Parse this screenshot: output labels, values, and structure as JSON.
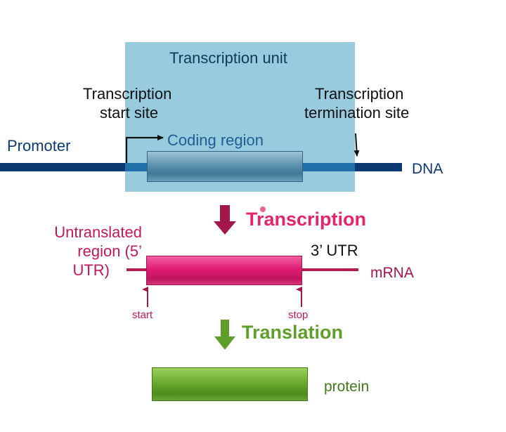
{
  "labels": {
    "transcription_unit": "Transcription unit",
    "transcription_start_site": [
      "Transcription",
      "start site"
    ],
    "transcription_termination_site": [
      "Transcription",
      "termination site"
    ],
    "promoter": "Promoter",
    "coding_region": "Coding region",
    "dna": "DNA",
    "transcription": "Transcription",
    "untranslated_region": [
      "Untranslated",
      "region (5’",
      "UTR)"
    ],
    "utr3": "3’ UTR",
    "mrna": "mRNA",
    "start": "start",
    "stop": "stop",
    "translation": "Translation",
    "protein": "protein"
  },
  "colors": {
    "dna": "#0b3a73",
    "unit_box": "#8fc7db",
    "mrna": "#e01d73",
    "mrna_label": "#c2185b",
    "transcription_label": "#e6246e",
    "arrow_transcription": "#a3174c",
    "translation": "#5f9e2a",
    "protein_text": "#3f7a1c"
  }
}
